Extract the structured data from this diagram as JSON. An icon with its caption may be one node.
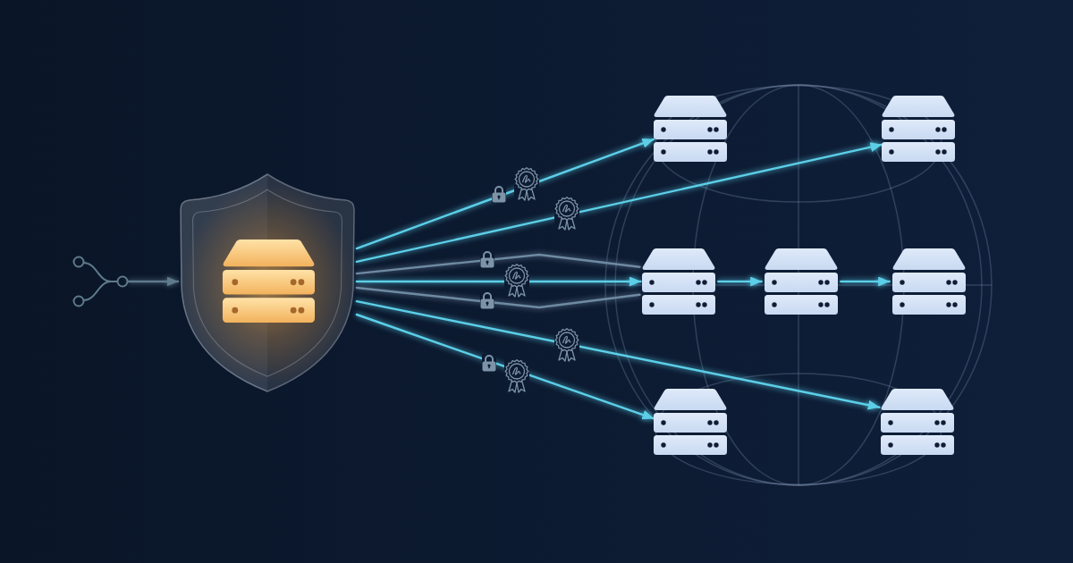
{
  "diagram": {
    "nodes": [
      {
        "text": [],
        "shape": "picture"
      },
      {
        "text": [],
        "shape": "shield"
      },
      {
        "text": [],
        "shape": "server",
        "in": 1
      },
      {
        "text": [],
        "shape": "server"
      },
      {
        "text": [],
        "shape": "server"
      },
      {
        "text": [],
        "shape": "server"
      },
      {
        "text": [],
        "shape": "server"
      },
      {
        "text": [],
        "shape": "server"
      },
      {
        "text": [],
        "shape": "server"
      },
      {
        "text": [],
        "shape": "server"
      }
    ],
    "edges": [
      {
        "from": 0,
        "to": 1,
        "arrow": "to",
        "color": "#5f7a8c"
      },
      {
        "from": 1,
        "to": 3,
        "arrow": "to"
      },
      {
        "from": 1,
        "to": 4,
        "arrow": "to"
      },
      {
        "from": 1,
        "to": 5,
        "arrow": "none",
        "color": "#6f8aa3"
      },
      {
        "from": 1,
        "to": 5,
        "arrow": "to"
      },
      {
        "from": 1,
        "to": 5,
        "arrow": "none",
        "color": "#6f8aa3"
      },
      {
        "from": 1,
        "to": 9,
        "arrow": "to"
      },
      {
        "from": 1,
        "to": 8,
        "arrow": "to"
      },
      {
        "from": 5,
        "to": 6,
        "arrow": "to"
      },
      {
        "from": 6,
        "to": 7,
        "arrow": "to"
      }
    ]
  }
}
